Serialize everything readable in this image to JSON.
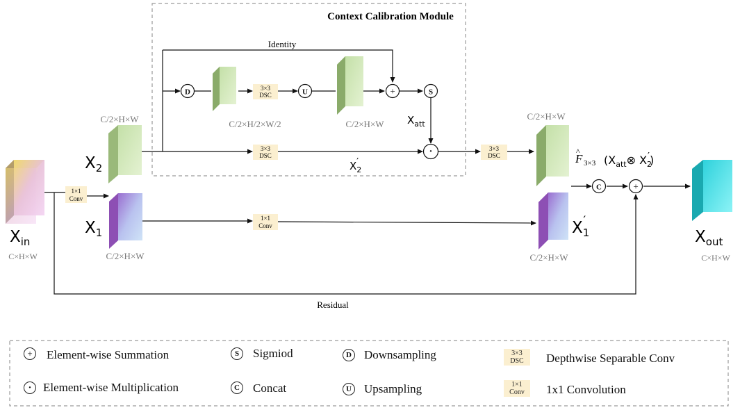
{
  "module_title": "Context Calibration Module",
  "identity_label": "Identity",
  "residual_label": "Residual",
  "x_in": {
    "label": "X",
    "sub": "in",
    "dims": "C×H×W"
  },
  "x_out": {
    "label": "X",
    "sub": "out",
    "dims": "C×H×W"
  },
  "x2": {
    "label": "X",
    "sub": "2",
    "dims": "C/2×H×W"
  },
  "x1": {
    "label": "X",
    "sub": "1",
    "dims": "C/2×H×W"
  },
  "x2_prime": {
    "label": "X",
    "sub": "2",
    "prime": "′"
  },
  "x1_prime": {
    "label": "X",
    "sub": "1",
    "prime": "′",
    "dims": "C/2×H×W"
  },
  "x_att": {
    "label": "X",
    "sub": "att"
  },
  "down_dims": "C/2×H/2×W/2",
  "up_dims": "C/2×H×W",
  "out_branch_dims": "C/2×H×W",
  "formula": {
    "f": "F",
    "hat": "^",
    "sub": "3×3",
    "open": "(X",
    "att": "att",
    "otimes": "⊗ X",
    "two": "2",
    "prime": "′",
    "close": ")"
  },
  "symbols": {
    "plus": "+",
    "dot": "·",
    "s": "S",
    "d": "D",
    "u": "U",
    "c": "C"
  },
  "boxes": {
    "dsc_line1": "3×3",
    "dsc_line2": "DSC",
    "conv_line1": "1×1",
    "conv_line2": "Conv"
  },
  "legend": {
    "sum": "Element-wise Summation",
    "mul": "Element-wise Multiplication",
    "sigmoid": "Sigmiod",
    "concat": "Concat",
    "down": "Downsampling",
    "up": "Upsampling",
    "dsc": "Depthwise Separable Conv",
    "conv": "1x1  Convolution"
  },
  "colors": {
    "green_front": "#d4e8bf",
    "green_side": "#9ab97a",
    "purple_front": "#c9cbef",
    "purple_side": "#8d4fb4",
    "cyan_front": "#4fe3ee",
    "cyan_side": "#1aa9b0",
    "box_fill": "#fbefd0"
  }
}
